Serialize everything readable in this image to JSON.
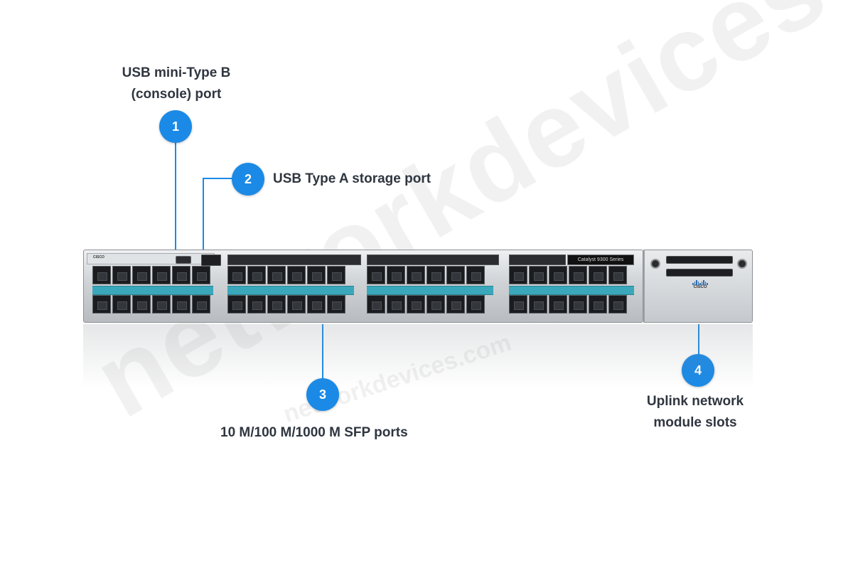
{
  "watermark": {
    "main": "networkdevices",
    "sub": "networkdevices.com"
  },
  "switch": {
    "model_label": "Catalyst 9300 Series",
    "brand": "CISCO"
  },
  "callouts": [
    {
      "number": "1",
      "label_line1": "USB mini-Type B",
      "label_line2": "(console) port"
    },
    {
      "number": "2",
      "label_line1": "USB Type A storage port"
    },
    {
      "number": "3",
      "label_line1": "10 M/100 M/1000 M SFP ports"
    },
    {
      "number": "4",
      "label_line1": "Uplink network",
      "label_line2": "module slots"
    }
  ],
  "colors": {
    "accent": "#1a8ae6",
    "port_band": "#3aa7bb",
    "text": "#2f3640"
  }
}
